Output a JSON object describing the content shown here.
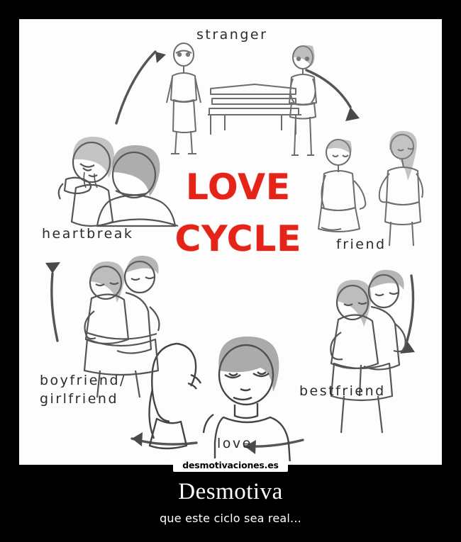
{
  "poster": {
    "title": "Desmotiva",
    "subtitle": "que este ciclo sea real...",
    "watermark": "desmotivaciones.es",
    "background_color": "#000000",
    "frame_color": "#ffffff",
    "canvas_color": "#fdfdfd"
  },
  "diagram": {
    "center_title_line1": "LOVE",
    "center_title_line2": "CYCLE",
    "center_title_color": "#e42418",
    "ink_color": "#2b2b2b",
    "direction": "clockwise",
    "stages": [
      {
        "id": "stranger",
        "label": "stranger",
        "position": "top"
      },
      {
        "id": "friend",
        "label": "friend",
        "position": "right"
      },
      {
        "id": "bestfriend",
        "label": "bestfriend",
        "position": "bottom-right"
      },
      {
        "id": "love",
        "label": "love",
        "position": "bottom"
      },
      {
        "id": "boyfriend",
        "label": "boyfriend/",
        "position": "bottom-left"
      },
      {
        "id": "girlfriend",
        "label": "girlfriend",
        "position": "bottom-left"
      },
      {
        "id": "heartbreak",
        "label": "heartbreak",
        "position": "left"
      }
    ]
  }
}
